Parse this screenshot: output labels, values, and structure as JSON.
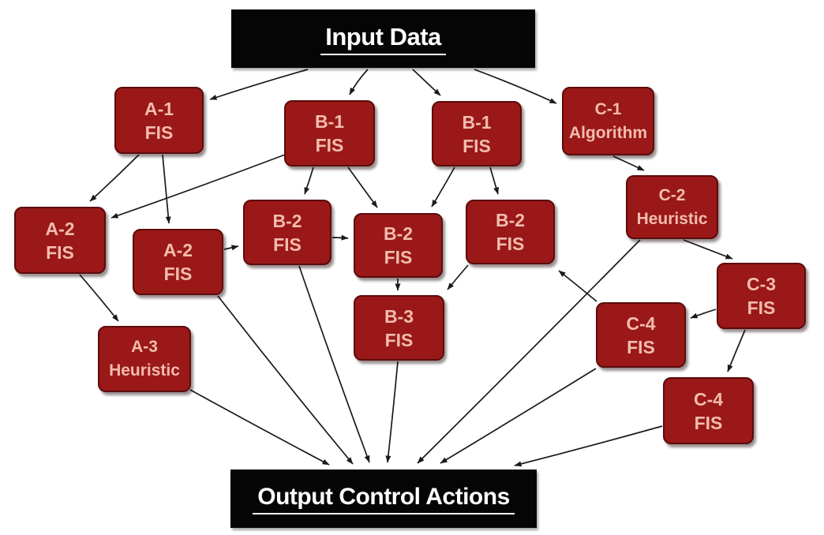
{
  "diagram": {
    "header": {
      "title": "Input Data"
    },
    "footer": {
      "title": "Output Control Actions"
    },
    "nodes": [
      {
        "id": "a1",
        "line1": "A-1",
        "line2": "FIS"
      },
      {
        "id": "b1-left",
        "line1": "B-1",
        "line2": "FIS"
      },
      {
        "id": "b1-right",
        "line1": "B-1",
        "line2": "FIS"
      },
      {
        "id": "c1",
        "line1": "C-1",
        "line2": "Algorithm"
      },
      {
        "id": "a2-left",
        "line1": "A-2",
        "line2": "FIS"
      },
      {
        "id": "a2-right",
        "line1": "A-2",
        "line2": "FIS"
      },
      {
        "id": "b2-left",
        "line1": "B-2",
        "line2": "FIS"
      },
      {
        "id": "b2-middle",
        "line1": "B-2",
        "line2": "FIS"
      },
      {
        "id": "b2-right",
        "line1": "B-2",
        "line2": "FIS"
      },
      {
        "id": "c2",
        "line1": "C-2",
        "line2": "Heuristic"
      },
      {
        "id": "b3",
        "line1": "B-3",
        "line2": "FIS"
      },
      {
        "id": "a3",
        "line1": "A-3",
        "line2": "Heuristic"
      },
      {
        "id": "c3",
        "line1": "C-3",
        "line2": "FIS"
      },
      {
        "id": "c4-upper",
        "line1": "C-4",
        "line2": "FIS"
      },
      {
        "id": "c4-lower",
        "line1": "C-4",
        "line2": "FIS"
      }
    ],
    "connections": [
      {
        "from": "input-data",
        "to": "a1"
      },
      {
        "from": "input-data",
        "to": "b1-left"
      },
      {
        "from": "input-data",
        "to": "b1-right"
      },
      {
        "from": "input-data",
        "to": "c1"
      },
      {
        "from": "a1",
        "to": "a2-left"
      },
      {
        "from": "a1",
        "to": "a2-right"
      },
      {
        "from": "b1-left",
        "to": "a2-left"
      },
      {
        "from": "b1-left",
        "to": "b2-left"
      },
      {
        "from": "b1-left",
        "to": "b2-middle"
      },
      {
        "from": "b1-right",
        "to": "b2-middle"
      },
      {
        "from": "b1-right",
        "to": "b2-right"
      },
      {
        "from": "c1",
        "to": "c2"
      },
      {
        "from": "a2-left",
        "to": "a3"
      },
      {
        "from": "a2-right",
        "to": "b2-left"
      },
      {
        "from": "b2-left",
        "to": "b2-middle"
      },
      {
        "from": "b2-middle",
        "to": "b3"
      },
      {
        "from": "b2-right",
        "to": "b3"
      },
      {
        "from": "c2",
        "to": "c3"
      },
      {
        "from": "c3",
        "to": "c4-upper"
      },
      {
        "from": "c3",
        "to": "c4-lower"
      },
      {
        "from": "c4-upper",
        "to": "b2-right"
      },
      {
        "from": "a3",
        "to": "output"
      },
      {
        "from": "a2-right",
        "to": "output"
      },
      {
        "from": "b2-left",
        "to": "output"
      },
      {
        "from": "b3",
        "to": "output"
      },
      {
        "from": "c2",
        "to": "output"
      },
      {
        "from": "c4-upper",
        "to": "output"
      },
      {
        "from": "c4-lower",
        "to": "output"
      }
    ],
    "colors": {
      "background": "#ffffff",
      "node_fill": "#9a1818",
      "node_border": "#5c0b0b",
      "node_text": "#f2bcae",
      "header_bg": "#050505",
      "header_text": "#ffffff",
      "arrow": "#1a1a1a"
    }
  }
}
